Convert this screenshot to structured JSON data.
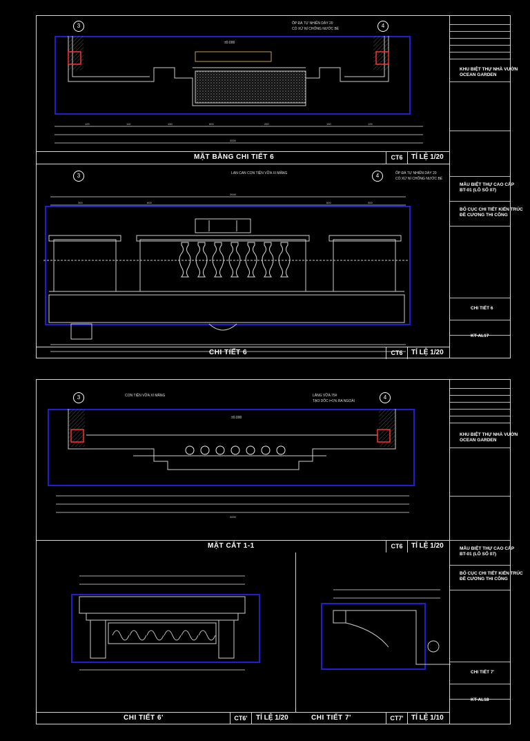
{
  "sheets": [
    {
      "drawing1_title": "MẶT BẰNG CHI TIẾT 6",
      "drawing1_code": "CT6",
      "drawing1_scale": "TỈ LỆ 1/20",
      "drawing2_title": "CHI TIẾT 6",
      "drawing2_code": "CT6",
      "drawing2_scale": "TỈ LỆ 1/20",
      "axes": [
        "3",
        "4"
      ],
      "level_mark": "±0.000",
      "plan_note_1": "ỐP ĐÁ TỰ NHIÊN DÀY 20",
      "plan_note_2": "CÓ XỬ NÍ CHỐNG NƯỚC BỂ",
      "elev_note_1": "LAN CAN CON TIỆN VỮA XI MĂNG",
      "elev_note_2": "ỐP ĐÁ TỰ NHIÊN DÀY 20",
      "elev_note_3": "CÓ XỬ NÍ CHỐNG NƯỚC BỂ",
      "titleblock": {
        "project": "KHU BIỆT THỰ NHÀ VƯỜN",
        "project_sub": "OCEAN GARDEN",
        "house": "MẪU BIỆT THỰ CAO CẤP",
        "house_sub": "BT-01 (LÔ SỐ 07)",
        "content": "BỐ CỤC CHI TIẾT KIẾN TRÚC",
        "content_sub": "ĐỀ CƯƠNG THI CÔNG",
        "detail_name": "CHI TIẾT 6",
        "sheet_no": "KT-AL17"
      }
    },
    {
      "drawing1_title": "MẶT CẮT 1-1",
      "drawing1_code": "CT6",
      "drawing1_scale": "TỈ LỆ 1/20",
      "drawing2_title": "CHI TIẾT 6'",
      "drawing2_code": "CT6'",
      "drawing2_scale": "TỈ LỆ 1/20",
      "drawing3_title": "CHI TIẾT 7'",
      "drawing3_code": "CT7'",
      "drawing3_scale": "TỈ LỆ 1/10",
      "axes": [
        "3",
        "4"
      ],
      "level_mark": "±0.000",
      "section_note_1": "CON TIỆN VỮA XI MĂNG",
      "section_note_2": "LÁNG VỮA 75#",
      "section_note_3": "TẠO DỐC i=1% RA NGOÀI",
      "titleblock": {
        "project": "KHU BIỆT THỰ NHÀ VƯỜN",
        "project_sub": "OCEAN GARDEN",
        "house": "MẪU BIỆT THỰ CAO CẤP",
        "house_sub": "BT-01 (LÔ SỐ 07)",
        "content": "BỐ CỤC CHI TIẾT KIẾN TRÚC",
        "content_sub": "ĐỀ CƯƠNG THI CÔNG",
        "detail_name": "CHI TIẾT 7'",
        "sheet_no": "KT-AL18"
      }
    }
  ],
  "colors": {
    "line": "#d8d8d8",
    "viewport": "#1e1ed2",
    "highlight": "#ff3030",
    "accent": "#c8a050"
  }
}
